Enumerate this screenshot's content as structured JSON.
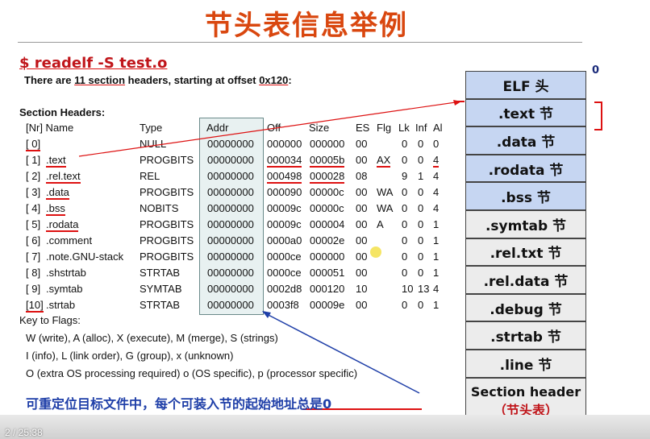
{
  "title": "节头表信息举例",
  "command": "$ readelf -S test.o",
  "summary": {
    "pre": "There are ",
    "count": "11 section",
    "mid": " headers, starting at offset ",
    "offset": "0x120",
    "post": ":"
  },
  "sections_heading": "Section Headers:",
  "columns": {
    "nr_name": "[Nr] Name",
    "type": "Type",
    "addr": "Addr",
    "off": "Off",
    "size": "Size",
    "es": "ES",
    "flg": "Flg",
    "lk": "Lk",
    "inf": "Inf",
    "al": "Al"
  },
  "sections": [
    {
      "nr": "[ 0]",
      "name": "",
      "type": "NULL",
      "addr": "00000000",
      "off": "000000",
      "size": "000000",
      "es": "00",
      "flg": "",
      "lk": "0",
      "inf": "0",
      "al": "0"
    },
    {
      "nr": "[ 1]",
      "name": ".text",
      "type": "PROGBITS",
      "addr": "00000000",
      "off": "000034",
      "size": "00005b",
      "es": "00",
      "flg": "AX",
      "lk": "0",
      "inf": "0",
      "al": "4"
    },
    {
      "nr": "[ 2]",
      "name": ".rel.text",
      "type": "REL",
      "addr": "00000000",
      "off": "000498",
      "size": "000028",
      "es": "08",
      "flg": "",
      "lk": "9",
      "inf": "1",
      "al": "4"
    },
    {
      "nr": "[ 3]",
      "name": ".data",
      "type": "PROGBITS",
      "addr": "00000000",
      "off": "000090",
      "size": "00000c",
      "es": "00",
      "flg": "WA",
      "lk": "0",
      "inf": "0",
      "al": "4"
    },
    {
      "nr": "[ 4]",
      "name": ".bss",
      "type": "NOBITS",
      "addr": "00000000",
      "off": "00009c",
      "size": "00000c",
      "es": "00",
      "flg": "WA",
      "lk": "0",
      "inf": "0",
      "al": "4"
    },
    {
      "nr": "[ 5]",
      "name": ".rodata",
      "type": "PROGBITS",
      "addr": "00000000",
      "off": "00009c",
      "size": "000004",
      "es": "00",
      "flg": "A",
      "lk": "0",
      "inf": "0",
      "al": "1"
    },
    {
      "nr": "[ 6]",
      "name": ".comment",
      "type": "PROGBITS",
      "addr": "00000000",
      "off": "0000a0",
      "size": "00002e",
      "es": "00",
      "flg": "",
      "lk": "0",
      "inf": "0",
      "al": "1"
    },
    {
      "nr": "[ 7]",
      "name": ".note.GNU-stack",
      "type": "PROGBITS",
      "addr": "00000000",
      "off": "0000ce",
      "size": "000000",
      "es": "00",
      "flg": "",
      "lk": "0",
      "inf": "0",
      "al": "1"
    },
    {
      "nr": "[ 8]",
      "name": ".shstrtab",
      "type": "STRTAB",
      "addr": "00000000",
      "off": "0000ce",
      "size": "000051",
      "es": "00",
      "flg": "",
      "lk": "0",
      "inf": "0",
      "al": "1"
    },
    {
      "nr": "[ 9]",
      "name": ".symtab",
      "type": "SYMTAB",
      "addr": "00000000",
      "off": "0002d8",
      "size": "000120",
      "es": "10",
      "flg": "",
      "lk": "10",
      "inf": "13",
      "al": "4"
    },
    {
      "nr": "[10]",
      "name": ".strtab",
      "type": "STRTAB",
      "addr": "00000000",
      "off": "0003f8",
      "size": "00009e",
      "es": "00",
      "flg": "",
      "lk": "0",
      "inf": "0",
      "al": "1"
    }
  ],
  "flags_heading": "Key to Flags:",
  "flags": [
    "W (write), A (alloc), X (execute), M (merge), S (strings)",
    "I (info), L (link order), G (group), x (unknown)",
    "O (extra OS processing required) o (OS specific), p (processor specific)"
  ],
  "note": "可重定位目标文件中，每个可装入节的起始地址总是0",
  "elf_layout": {
    "start_offset_label": "0",
    "blocks": [
      {
        "label": "ELF 头",
        "color": "blue"
      },
      {
        "label": ".text 节",
        "color": "blue"
      },
      {
        "label": ".data 节",
        "color": "blue"
      },
      {
        "label": ".rodata 节",
        "color": "blue"
      },
      {
        "label": ".bss 节",
        "color": "blue"
      },
      {
        "label": ".symtab 节",
        "color": "grey"
      },
      {
        "label": ".rel.txt 节",
        "color": "grey"
      },
      {
        "label": ".rel.data 节",
        "color": "grey"
      },
      {
        "label": ".debug 节",
        "color": "grey"
      },
      {
        "label": ".strtab 节",
        "color": "grey"
      },
      {
        "label": ".line 节",
        "color": "grey"
      }
    ],
    "section_header": {
      "line1": "Section header",
      "line2": "（节头表）"
    }
  },
  "video": {
    "position": "2 / 25:38"
  },
  "colors": {
    "title": "#d9470f",
    "command": "#c0151a",
    "note": "#1f3fa8",
    "blue_block": "#c6d6f2",
    "grey_block": "#ececec",
    "annotation": "#dd1111"
  }
}
